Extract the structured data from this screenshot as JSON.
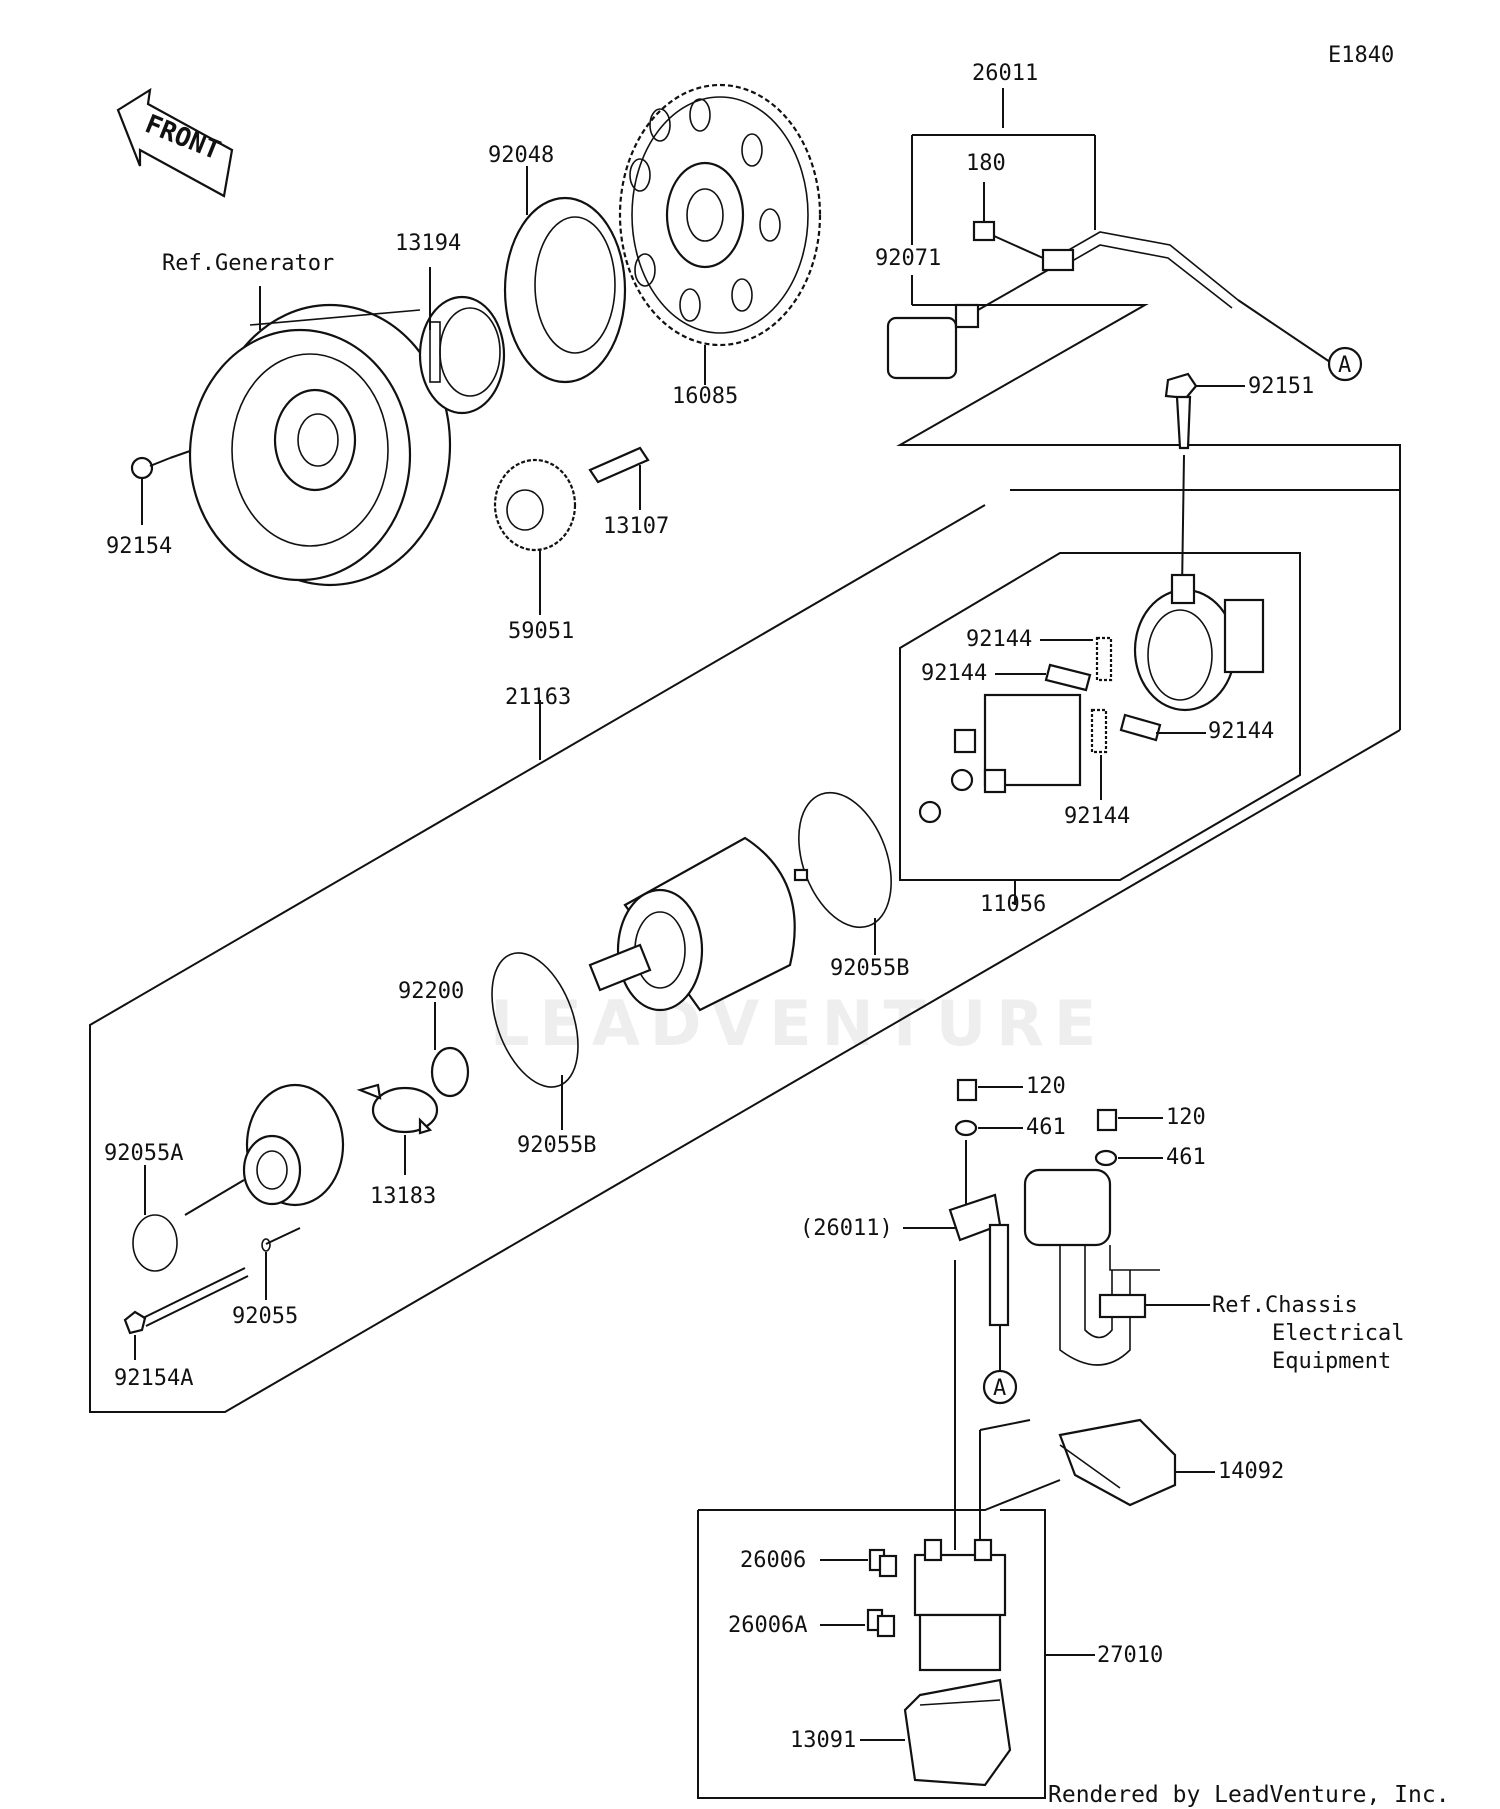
{
  "diagram": {
    "code": "E1840",
    "credit": "Rendered by LeadVenture, Inc.",
    "watermark": "LEADVENTURE",
    "front_label": "FRONT",
    "callouts": {
      "c26011": "26011",
      "c180": "180",
      "c92071": "92071",
      "c92048": "92048",
      "c13194": "13194",
      "ref_generator": "Ref.Generator",
      "c16085": "16085",
      "cA1": "A",
      "c92151": "92151",
      "c92154": "92154",
      "c13107": "13107",
      "c59051": "59051",
      "c21163": "21163",
      "c92144a": "92144",
      "c92144b": "92144",
      "c92144c": "92144",
      "c92144d": "92144",
      "c11056": "11056",
      "c92055B_1": "92055B",
      "c92200": "92200",
      "c92055B_2": "92055B",
      "c92055A": "92055A",
      "c13183": "13183",
      "c92055": "92055",
      "c92154A": "92154A",
      "c120a": "120",
      "c461a": "461",
      "c120b": "120",
      "c461b": "461",
      "c26011p": "(26011)",
      "ref_chassis_1": "Ref.Chassis",
      "ref_chassis_2": "Electrical",
      "ref_chassis_3": "Equipment",
      "cA2": "A",
      "c14092": "14092",
      "c26006": "26006",
      "c26006A": "26006A",
      "c27010": "27010",
      "c13091": "13091"
    }
  }
}
